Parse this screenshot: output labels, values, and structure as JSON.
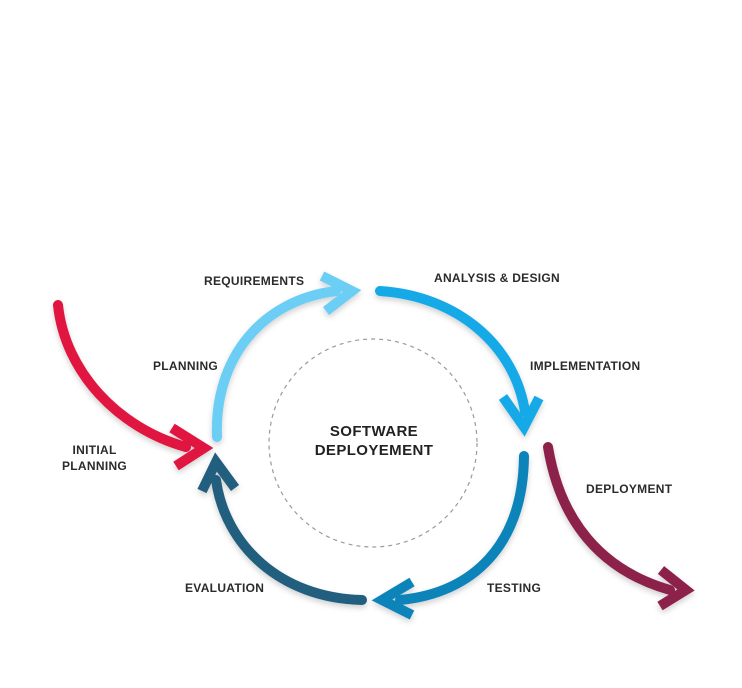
{
  "center": {
    "line1": "SOFTWARE",
    "line2": "DEPLOYEMENT"
  },
  "labels": {
    "requirements": "REQUIREMENTS",
    "analysis_design": "ANALYSIS & DESIGN",
    "planning": "PLANNING",
    "implementation": "IMPLEMENTATION",
    "initial_planning_line1": "INITIAL",
    "initial_planning_line2": "PLANNING",
    "deployment": "DEPLOYMENT",
    "evaluation": "EVALUATION",
    "testing": "TESTING"
  },
  "colors": {
    "initial_planning": "#e0123f",
    "planning_requirements": "#6ccdf5",
    "analysis_implementation": "#13a9e8",
    "testing": "#0c84b9",
    "evaluation": "#215f7f",
    "deployment": "#8c2349",
    "center_circle": "#9a9a9a"
  }
}
